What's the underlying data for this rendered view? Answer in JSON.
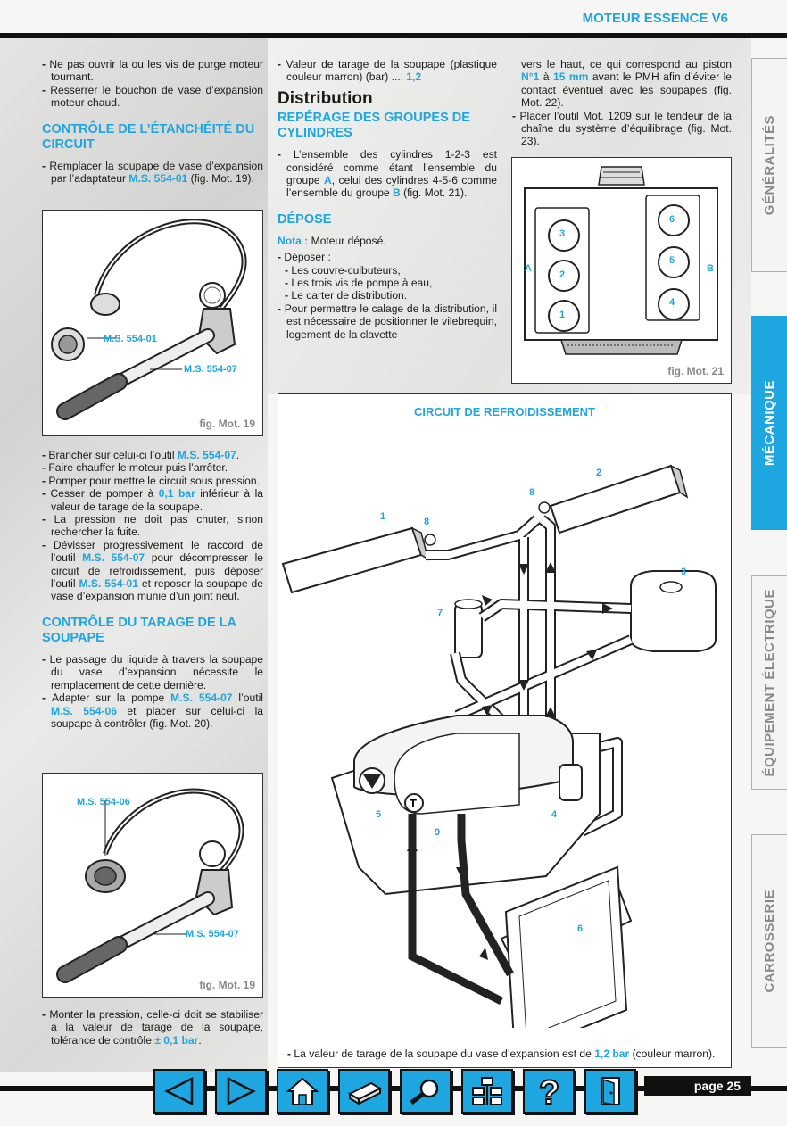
{
  "header": {
    "title": "MOTEUR ESSENCE V6"
  },
  "col1": {
    "intro": [
      "Ne pas ouvrir la ou les vis de purge moteur tournant.",
      "Resserrer le bouchon de vase d’expansion moteur chaud."
    ],
    "h_etancheite": "CONTRÔLE DE L’ÉTANCHÉITÉ DU CIRCUIT",
    "etancheite_pre": "Remplacer la soupape de vase d’expansion par l’adaptateur ",
    "etancheite_tool": "M.S. 554-01",
    "etancheite_post": " (fig. Mot. 19).",
    "steps": {
      "s1_pre": "Brancher sur celui-ci l’outil ",
      "s1_tool": "M.S. 554-07",
      "s1_post": ".",
      "s2": "Faire chauffer le moteur puis l’arrêter.",
      "s3": "Pomper pour mettre le circuit sous pression.",
      "s4_pre": "Cesser de pomper à ",
      "s4_val": "0,1 bar",
      "s4_post": " inférieur à la valeur de tarage de la soupape.",
      "s5": "La pression ne doit pas chuter, sinon rechercher la fuite.",
      "s6_a": "Dévisser progressivement le raccord de l’outil ",
      "s6_t1": "M.S. 554-07",
      "s6_b": " pour décompresser le circuit de refroidissement, puis déposer l’outil ",
      "s6_t2": "M.S. 554-01",
      "s6_c": " et reposer la soupape de vase d’expansion munie d’un joint neuf."
    },
    "h_tarage": "CONTRÔLE DU TARAGE DE LA SOUPAPE",
    "tarage": {
      "t1": "Le passage du liquide à travers la soupape du vase d’expansion nécessite le remplacement de cette dernière.",
      "t2_a": "Adapter sur la pompe ",
      "t2_t1": "M.S. 554-07",
      "t2_b": " l’outil ",
      "t2_t2": "M.S. 554-06",
      "t2_c": " et placer sur celui-ci la soupape à contrôler (fig. Mot. 20)."
    },
    "final_pre": "Monter la pression, celle-ci doit se stabiliser à la valeur de tarage de la soupape, tolérance de contrôle ",
    "final_val": "± 0,1 bar",
    "final_post": "."
  },
  "fig1": {
    "label_a": "M.S. 554-01",
    "label_b": "M.S. 554-07",
    "caption": "fig. Mot. 19"
  },
  "fig2": {
    "label_a": "M.S. 554-06",
    "label_b": "M.S. 554-07",
    "caption": "fig. Mot. 19"
  },
  "col2": {
    "valeur_pre": "Valeur de tarage de la soupape (plastique couleur marron) (bar) .... ",
    "valeur_val": "1,2",
    "h_distribution": "Distribution",
    "h_reperage": "REPÉRAGE DES GROUPES DE CYLINDRES",
    "rep_a": "L’ensemble des cylindres 1-2-3 est considéré comme étant l’ensemble du groupe ",
    "rep_A": "A",
    "rep_b": ", celui des cylindres 4-5-6 comme l’ensemble du groupe ",
    "rep_B": "B",
    "rep_c": " (fig. Mot. 21).",
    "h_depose": "DÉPOSE",
    "nota_label": "Nota :",
    "nota_text": " Moteur déposé.",
    "deposer": "Déposer :",
    "sub": [
      "Les couvre-culbuteurs,",
      "Les trois vis de pompe à eau,",
      "Le carter de distribution."
    ],
    "calage": "Pour permettre le calage de la distribution, il est nécessaire de positionner le vilebrequin, logement de la clavette"
  },
  "col3": {
    "cont_a": "vers le haut, ce qui correspond au piston ",
    "cont_n1": "N°1",
    "cont_b": " à ",
    "cont_15": "15 mm",
    "cont_c": " avant le PMH afin d’éviter le contact éventuel avec les soupapes (fig. Mot. 22).",
    "placer": "Placer l’outil Mot. 1209 sur le tendeur de la chaîne du système d’équilibrage (fig. Mot. 23)."
  },
  "fig21": {
    "caption": "fig. Mot. 21",
    "group_a": "A",
    "group_b": "B",
    "cyl_a": [
      "3",
      "2",
      "1"
    ],
    "cyl_b": [
      "6",
      "5",
      "4"
    ]
  },
  "circuit": {
    "title": "CIRCUIT DE REFROIDISSEMENT",
    "labels": [
      "1",
      "2",
      "3",
      "4",
      "5",
      "6",
      "7",
      "8",
      "8",
      "9"
    ],
    "note_pre": "La valeur de tarage de la soupape du vase d’expansion est de ",
    "note_val": "1,2 bar",
    "note_post": " (couleur marron)."
  },
  "tabs": [
    "GÉNÉRALITÉS",
    "MÉCANIQUE",
    "ÉQUIPEMENT ÉLECTRIQUE",
    "CARROSSERIE"
  ],
  "nav": [
    "prev-icon",
    "next-icon",
    "home-icon",
    "print-icon",
    "search-icon",
    "sitemap-icon",
    "help-icon",
    "exit-icon"
  ],
  "footer": {
    "page": "page 25"
  },
  "colors": {
    "accent": "#1ea6e0",
    "dark": "#111111"
  }
}
